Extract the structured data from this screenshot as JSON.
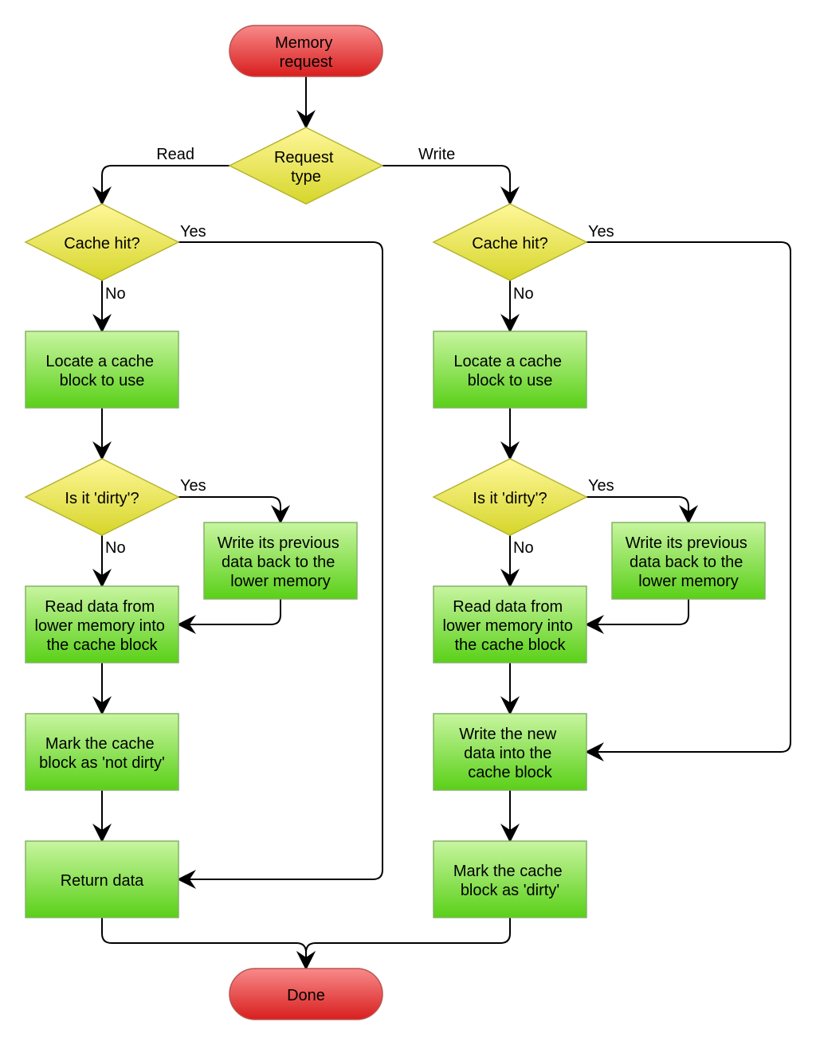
{
  "colors": {
    "terminal_top": "#f88a8a",
    "terminal_bottom": "#d91e1e",
    "terminal_stroke": "#b85450",
    "decision_top": "#fff79a",
    "decision_bottom": "#d6d62a",
    "decision_stroke": "#b5b530",
    "process_top": "#c8f5a0",
    "process_bottom": "#5ad018",
    "process_stroke": "#82b366",
    "line": "#000000"
  },
  "nodes": {
    "start": [
      "Memory",
      "request"
    ],
    "request_type": [
      "Request",
      "type"
    ],
    "read_cache_hit": [
      "Cache hit?"
    ],
    "read_locate": [
      "Locate a cache",
      "block to use"
    ],
    "read_dirty": [
      "Is it 'dirty'?"
    ],
    "read_writeback": [
      "Write its previous",
      "data back to the",
      "lower memory"
    ],
    "read_read_data": [
      "Read data from",
      "lower memory into",
      "the cache block"
    ],
    "read_mark_not_dirty": [
      "Mark the cache",
      "block as 'not dirty'"
    ],
    "read_return": [
      "Return data"
    ],
    "write_cache_hit": [
      "Cache hit?"
    ],
    "write_locate": [
      "Locate a cache",
      "block to use"
    ],
    "write_dirty": [
      "Is it 'dirty'?"
    ],
    "write_writeback": [
      "Write its previous",
      "data back to the",
      "lower memory"
    ],
    "write_read_data": [
      "Read data from",
      "lower memory into",
      "the cache block"
    ],
    "write_new_data": [
      "Write the new",
      "data into the",
      "cache block"
    ],
    "write_mark_dirty": [
      "Mark the cache",
      "block as 'dirty'"
    ],
    "done": [
      "Done"
    ]
  },
  "edge_labels": {
    "read": "Read",
    "write": "Write",
    "read_hit_yes": "Yes",
    "read_hit_no": "No",
    "read_dirty_yes": "Yes",
    "read_dirty_no": "No",
    "write_hit_yes": "Yes",
    "write_hit_no": "No",
    "write_dirty_yes": "Yes",
    "write_dirty_no": "No"
  }
}
